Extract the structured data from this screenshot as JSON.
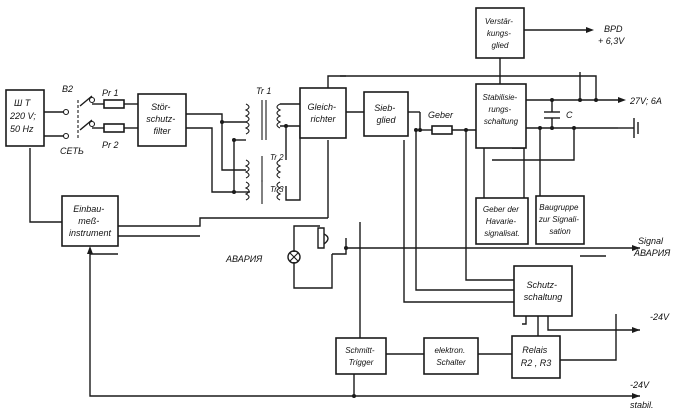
{
  "blocks": {
    "mains": {
      "lines": [
        "Ш Т",
        "220 V;",
        "50 Hz"
      ]
    },
    "filter": {
      "lines": [
        "Stör-",
        "schutz-",
        "filter"
      ]
    },
    "rectifier": {
      "lines": [
        "Gleich-",
        "richter"
      ]
    },
    "smoothing": {
      "lines": [
        "Sieb-",
        "glied"
      ]
    },
    "stabilizer": {
      "lines": [
        "Stabilisie-",
        "rungs-",
        "schaltung"
      ]
    },
    "amplifier": {
      "lines": [
        "Verstär-",
        "kungs-",
        "glied"
      ]
    },
    "meter": {
      "lines": [
        "Einbau-",
        "meß-",
        "instrument"
      ]
    },
    "alarm_sensor": {
      "lines": [
        "Geber der",
        "Havarie-",
        "signalisat."
      ]
    },
    "signal_group": {
      "lines": [
        "Baugruppe",
        "zur Signali-",
        "sation"
      ]
    },
    "protection": {
      "lines": [
        "Schutz-",
        "schaltung"
      ]
    },
    "schmitt": {
      "lines": [
        "Schmitt-",
        "Trigger"
      ]
    },
    "electronic_switch": {
      "lines": [
        "elektron.",
        "Schalter"
      ]
    },
    "relay": {
      "lines": [
        "Relais",
        "R2 , R3"
      ]
    }
  },
  "labels": {
    "switch": "B2",
    "network": "СЕТЬ",
    "fuse1": "Pr 1",
    "fuse2": "Pr 2",
    "tr1": "Tr 1",
    "tr2": "Tr 2",
    "tr3": "Tr 3",
    "sensor": "Geber",
    "capacitor": "C",
    "alarm_lamp": "АВАРИЯ",
    "bpd": "BPD",
    "bpd_voltage": "+ 6,3V",
    "out_27v": "27V; 6A",
    "signal": "Signal",
    "signal_ru": "АВАРИЯ",
    "minus24": "-24V",
    "minus24_stab": "-24V",
    "stabil": "stabil."
  }
}
